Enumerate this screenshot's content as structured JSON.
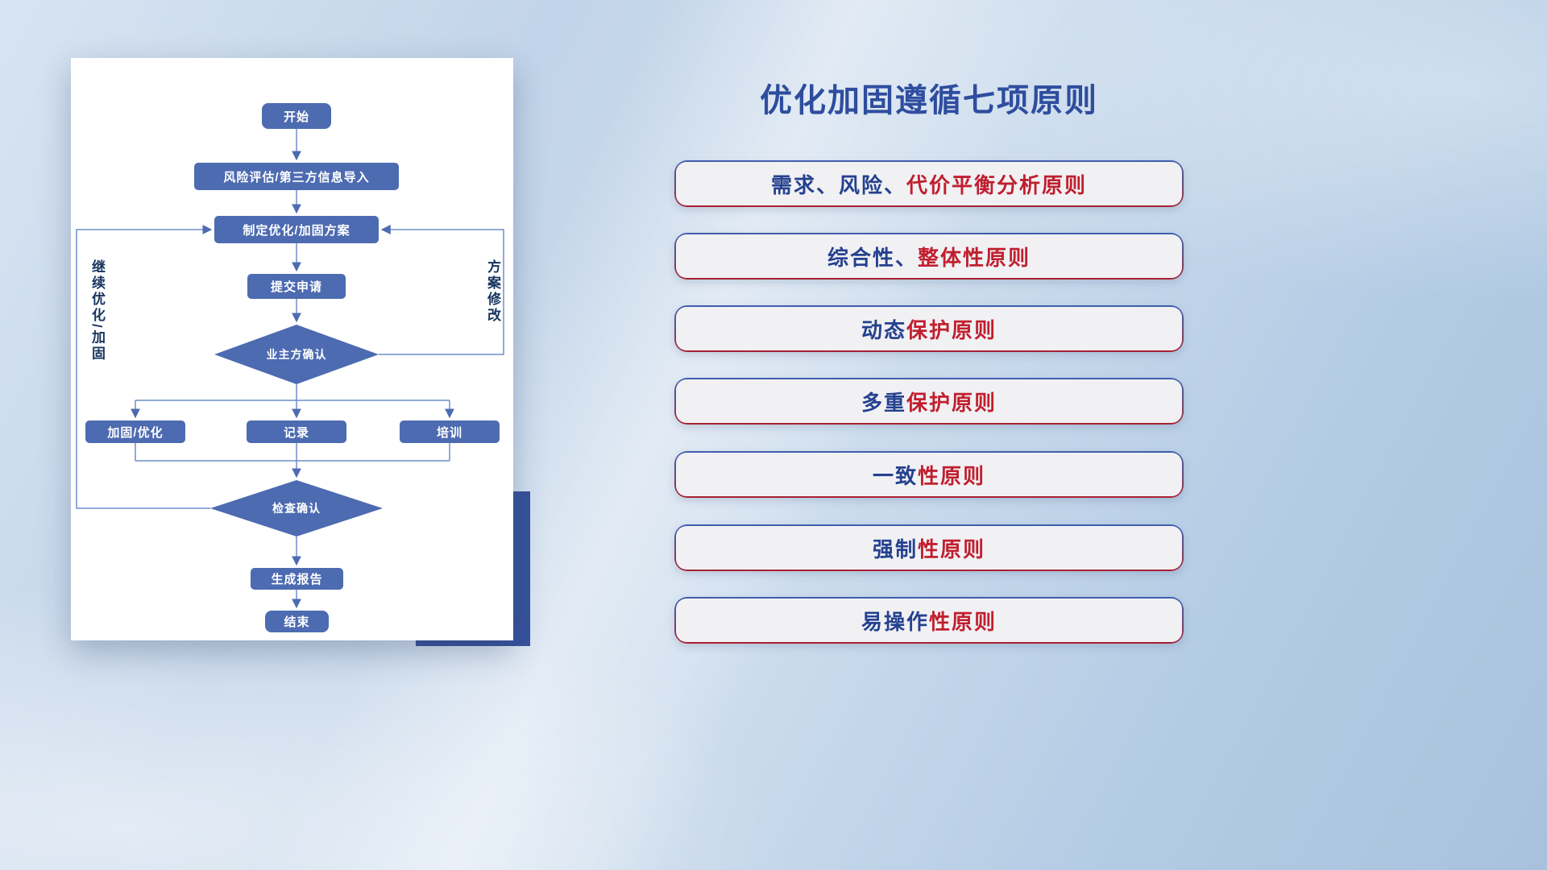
{
  "flowchart": {
    "nodes": {
      "start": "开始",
      "risk_import": "风险评估/第三方信息导入",
      "make_plan": "制定优化/加固方案",
      "submit": "提交申请",
      "owner_confirm": "业主方确认",
      "reinforce": "加固/优化",
      "record": "记录",
      "training": "培训",
      "check_confirm": "检查确认",
      "report": "生成报告",
      "end": "结束"
    },
    "labels": {
      "left_loop": "继续优化/加固",
      "right_loop": "方案修改"
    }
  },
  "main": {
    "title": "优化加固遵循七项原则",
    "principles": [
      {
        "part1": "需求、风险、",
        "part2": "代价平衡分析原则"
      },
      {
        "part1": "综合性、",
        "part2": "整体性原则"
      },
      {
        "part1": "动态",
        "part2": "保护原则"
      },
      {
        "part1": "多重",
        "part2": "保护原则"
      },
      {
        "part1": "一致",
        "part2": "性原则"
      },
      {
        "part1": "强制",
        "part2": "性原则"
      },
      {
        "part1": "易操作",
        "part2": "性原则"
      }
    ]
  },
  "colors": {
    "node_blue": "#4d6bb1",
    "title_blue": "#2e4d9e",
    "accent_navy": "#25418f",
    "accent_red": "#c01f2f",
    "accent_rect": "#36529b"
  }
}
